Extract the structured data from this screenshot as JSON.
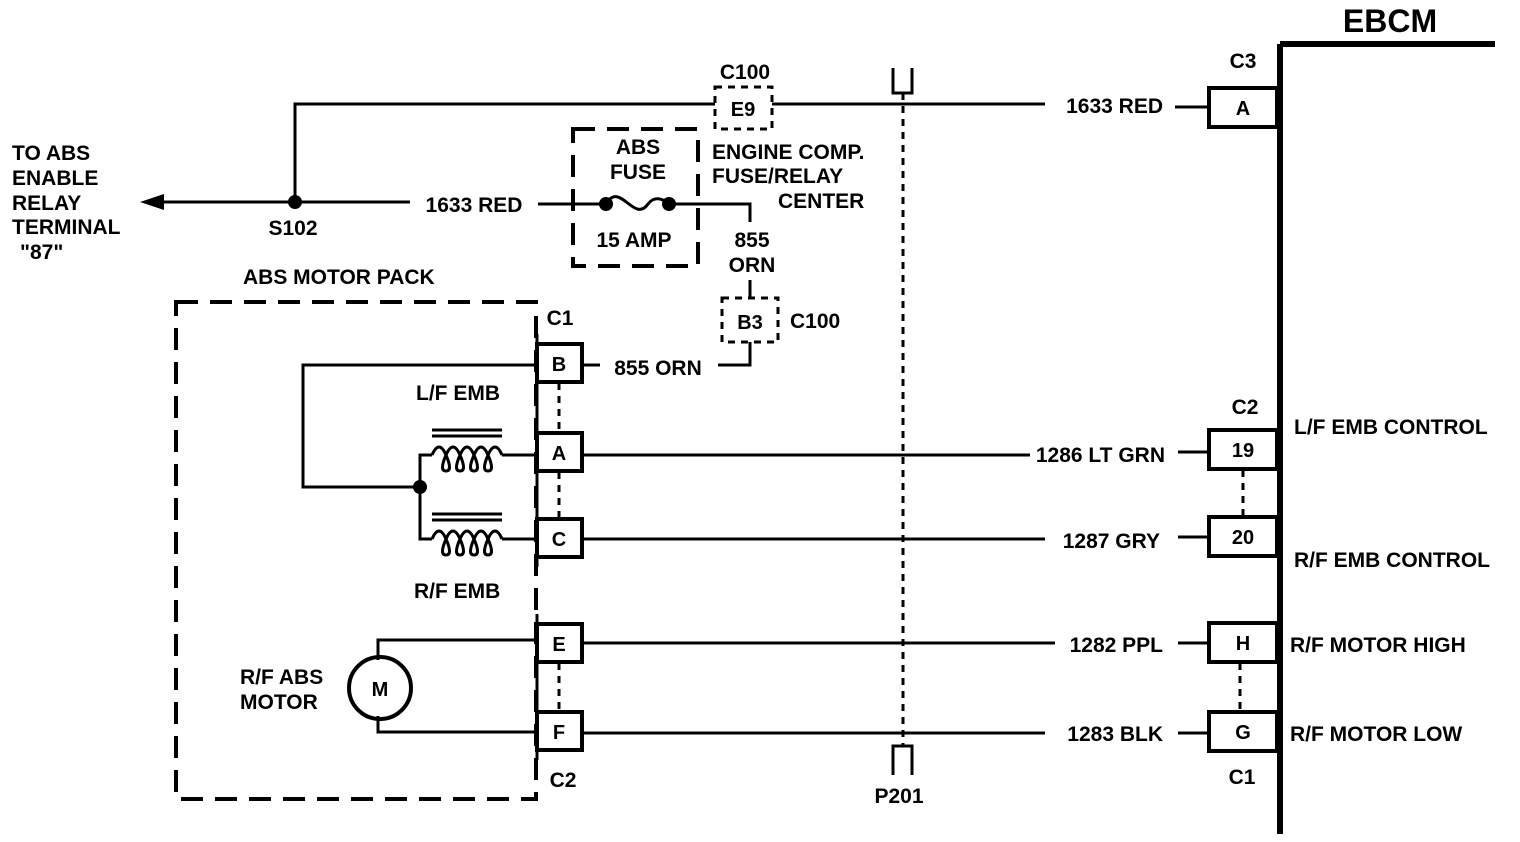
{
  "module": {
    "title": "EBCM"
  },
  "ebcm_connectors": {
    "c3": "C3",
    "c2": "C2",
    "c1": "C1"
  },
  "ebcm_pins": {
    "a": "A",
    "p19": "19",
    "p20": "20",
    "h": "H",
    "g": "G"
  },
  "ebcm_functions": {
    "lf_emb_control": "L/F EMB CONTROL",
    "rf_emb_control": "R/F EMB CONTROL",
    "rf_motor_high": "R/F MOTOR HIGH",
    "rf_motor_low": "R/F MOTOR LOW"
  },
  "wires": {
    "red_top": "1633 RED",
    "red_fuse": "1633 RED",
    "orn_vertical": [
      "855",
      "ORN"
    ],
    "orn_b": "855 ORN",
    "lt_grn": "1286 LT GRN",
    "gry": "1287 GRY",
    "ppl": "1282 PPL",
    "blk": "1283 BLK"
  },
  "splice": {
    "label": "S102"
  },
  "abs_relay_note": [
    "TO ABS",
    "ENABLE",
    "RELAY",
    "TERMINAL",
    "\"87\""
  ],
  "fuse_center": {
    "connector": "C100",
    "pin_e9": "E9",
    "pin_b3": "B3",
    "b3_connector": "C100",
    "name": [
      "ENGINE COMP.",
      "FUSE/RELAY",
      "CENTER"
    ]
  },
  "fuse": {
    "name": [
      "ABS",
      "FUSE"
    ],
    "rating": "15 AMP"
  },
  "motor_pack": {
    "title": "ABS MOTOR PACK",
    "connector_c1": "C1",
    "connector_c2": "C2",
    "pins": {
      "b": "B",
      "a": "A",
      "c": "C",
      "e": "E",
      "f": "F"
    },
    "lf_emb": "L/F EMB",
    "rf_emb": "R/F EMB",
    "motor_symbol": "M",
    "motor_name": [
      "R/F ABS",
      "MOTOR"
    ]
  },
  "passthrough": {
    "label": "P201"
  }
}
